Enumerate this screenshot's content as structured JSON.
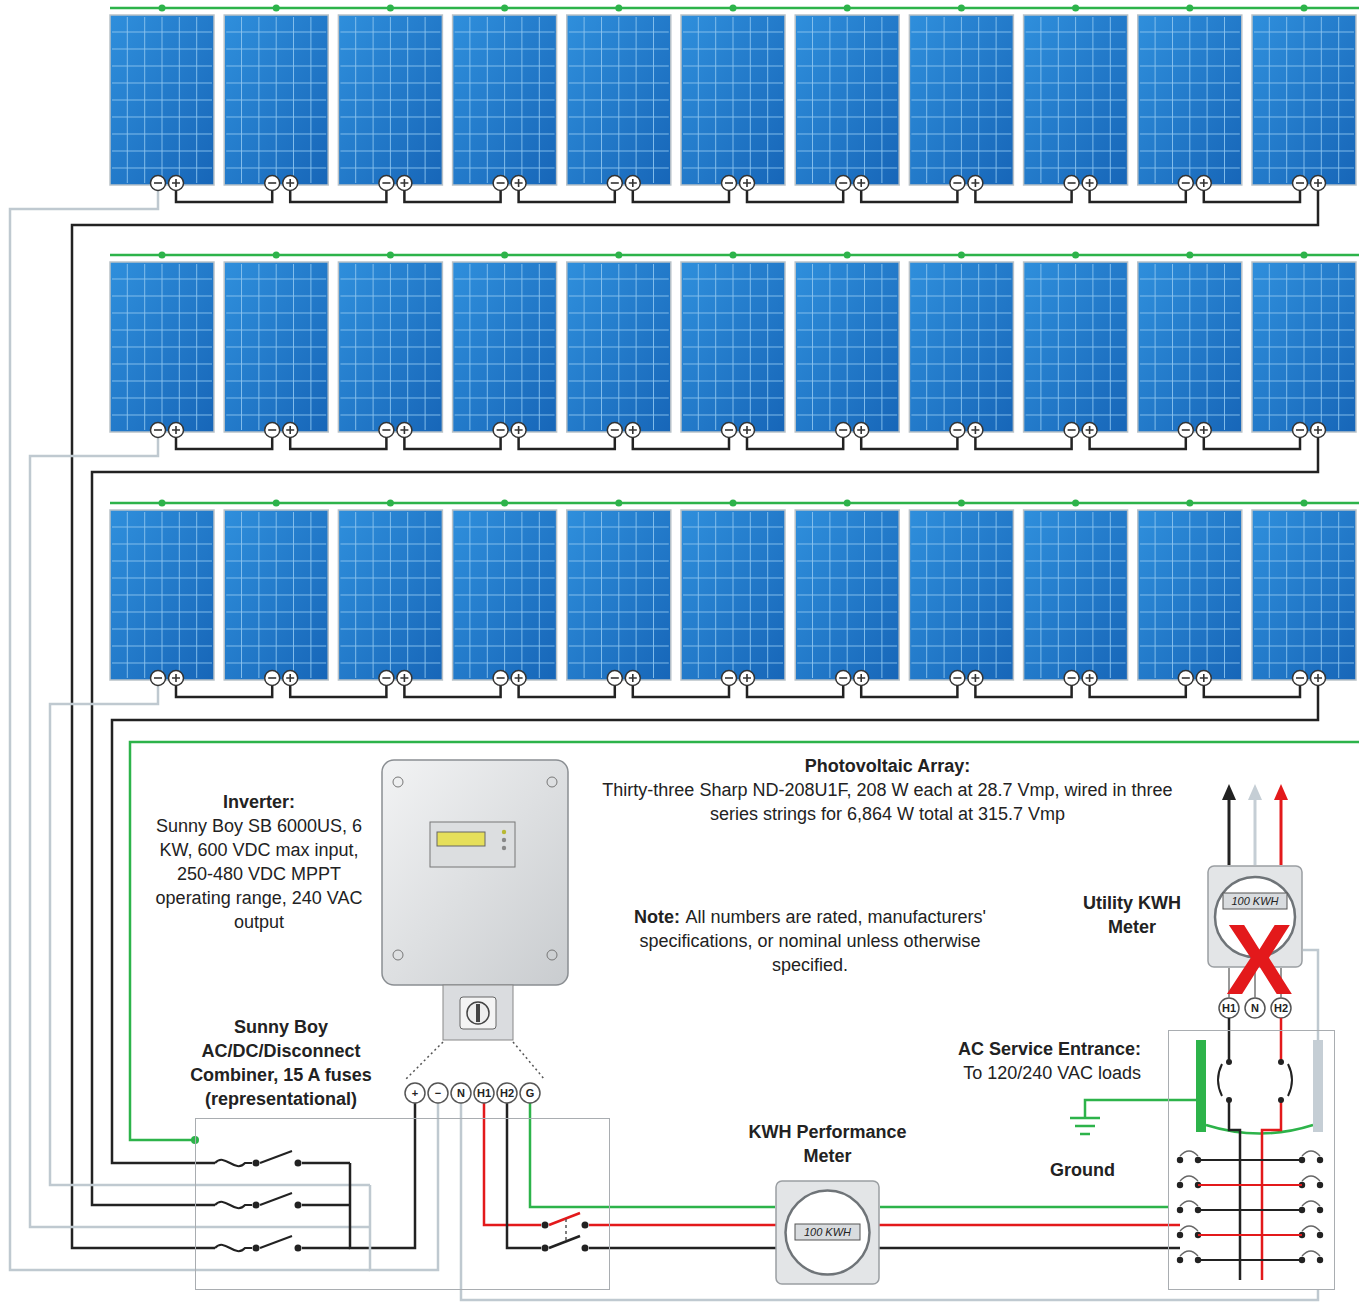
{
  "diagram": {
    "nodes": [
      {
        "text": [
          "Utility KWH Meter",
          "100 KWH"
        ]
      },
      {
        "text": [
          "Sunny Boy AC/DC/Disconnect Combiner, 15 A fuses (representational)"
        ]
      },
      {
        "text": [
          "AC Service Entrance:",
          "To 120/240 VAC loads"
        ]
      },
      {
        "text": [
          "KWH Performance Meter",
          "100 KWH"
        ]
      }
    ],
    "edges": [
      {
        "from": 1,
        "to": 3,
        "arrow": "none"
      },
      {
        "from": 3,
        "to": 2,
        "arrow": "none"
      },
      {
        "from": 2,
        "to": 0,
        "arrow": "none"
      }
    ],
    "labels": [
      "Photovoltaic Array:",
      "Thirty-three Sharp ND-208U1F, 208 W each at 28.7 Vmp, wired in three series strings for 6,864 W total at 315.7 Vmp",
      "Inverter:",
      "Sunny Boy SB 6000US, 6 KW, 600 VDC max input, 250-480 VDC MPPT operating range, 240 VAC output",
      "Note:",
      "All numbers are rated, manufacturers' specifications, or nominal unless otherwise specified.",
      "X",
      "H1",
      "N",
      "H2",
      "+",
      "−",
      "N",
      "H1",
      "H2",
      "G",
      "Ground"
    ]
  }
}
